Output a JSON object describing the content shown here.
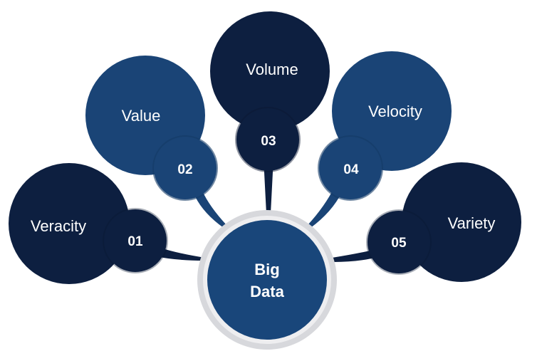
{
  "center": {
    "line1": "Big",
    "line2": "Data"
  },
  "items": [
    {
      "number": "01",
      "label": "Veracity"
    },
    {
      "number": "02",
      "label": "Value"
    },
    {
      "number": "03",
      "label": "Volume"
    },
    {
      "number": "04",
      "label": "Velocity"
    },
    {
      "number": "05",
      "label": "Variety"
    }
  ],
  "colors": {
    "dark_navy": "#0d1f40",
    "mid_blue": "#1a4476",
    "ring_gray": "#d7d8dc",
    "center_fill": "#19467a"
  }
}
